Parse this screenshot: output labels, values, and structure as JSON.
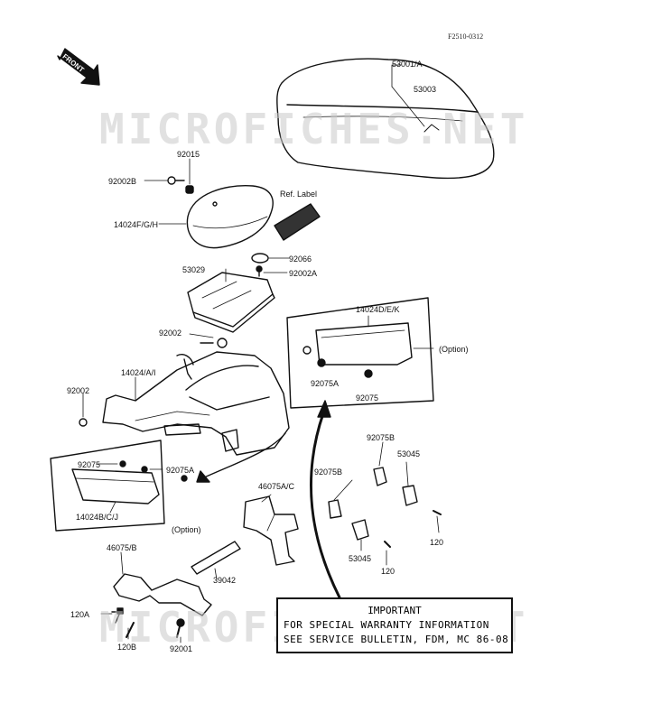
{
  "figure_code": "F2510-0312",
  "front_label": "FRONT",
  "watermark": "MICROFICHES.NET",
  "notice": {
    "title": "IMPORTANT",
    "line1": "FOR SPECIAL WARRANTY INFORMATION",
    "line2": "SEE SERVICE BULLETIN, FDM, MC 86-08"
  },
  "labels": {
    "p53001a": "53001/A",
    "p53003": "53003",
    "p92015": "92015",
    "p92002b": "92002B",
    "p14024fgh": "14024F/G/H",
    "ref_label": "Ref. Label",
    "p92066": "92066",
    "p92002a": "92002A",
    "p53029": "53029",
    "p92002_mid": "92002",
    "p14024ai": "14024/A/I",
    "p92002_left": "92002",
    "p14024dek": "14024D/E/K",
    "option_right": "(Option)",
    "p92075a_right": "92075A",
    "p92075_right": "92075",
    "p92075_left": "92075",
    "p92075a_left": "92075A",
    "p14024bcj": "14024B/C/J",
    "option_left": "(Option)",
    "p46075ac": "46075A/C",
    "p92075b_a": "92075B",
    "p92075b_b": "92075B",
    "p53045_a": "53045",
    "p53045_b": "53045",
    "p120_a": "120",
    "p120_b": "120",
    "p46075b": "46075/B",
    "p39042": "39042",
    "p120a": "120A",
    "p120b": "120B",
    "p92001": "92001"
  }
}
